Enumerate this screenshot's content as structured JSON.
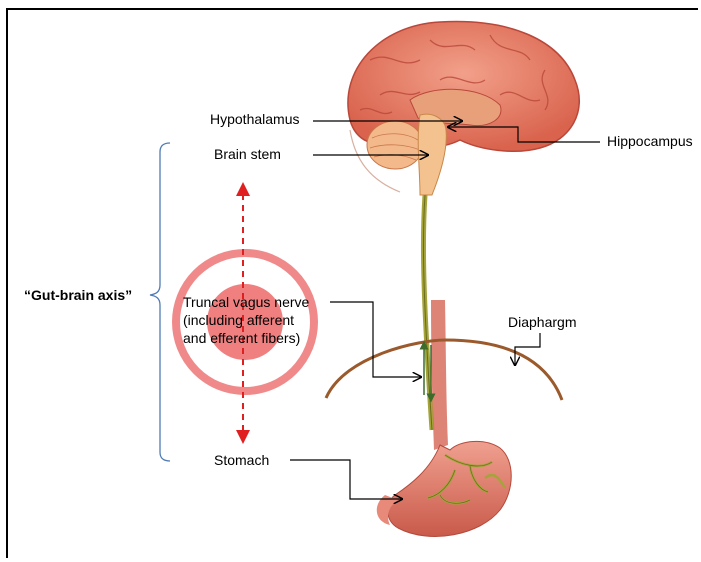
{
  "labels": {
    "hypothalamus": "Hypothalamus",
    "hippocampus": "Hippocampus",
    "brain_stem": "Brain stem",
    "gut_brain_axis": "“Gut-brain axis”",
    "vagus_nerve": "Truncal vagus nerve\n(including afferent\nand efferent fibers)",
    "diaphragm": "Diaphargm",
    "stomach": "Stomach"
  },
  "colors": {
    "brain": "#e9836a",
    "brain_dark": "#b9473a",
    "brainstem": "#f4c28e",
    "nerve": "#8c8c2e",
    "esophagus": "#d86f5e",
    "diaphragm": "#9b5a2c",
    "ring": "#f08a8a",
    "ring_fill": "#f08080",
    "bracket": "#4f7bb5",
    "dashed_arrow": "#e02020"
  }
}
